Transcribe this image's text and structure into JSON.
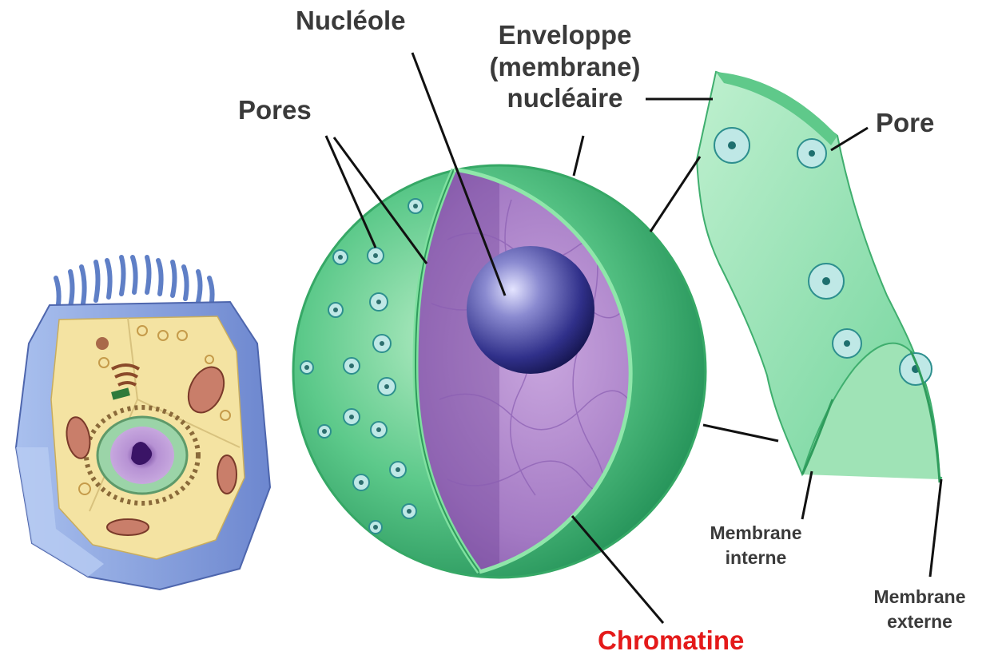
{
  "labels": {
    "nucleole": "Nucléole",
    "enveloppe_line1": "Enveloppe",
    "enveloppe_line2": "(membrane)",
    "enveloppe_line3": "nucléaire",
    "pores": "Pores",
    "pore": "Pore",
    "membrane_interne_line1": "Membrane",
    "membrane_interne_line2": "interne",
    "membrane_externe_line1": "Membrane",
    "membrane_externe_line2": "externe",
    "chromatine": "Chromatine"
  },
  "colors": {
    "label_text": "#3a3a3a",
    "chromatine_text": "#e41a1a",
    "envelope_green": "#5cc98a",
    "chromatin_purple": "#a47ac4",
    "nucleolus_blue": "#2a2a80",
    "cell_blue": "#8fa9e0",
    "cytoplasm_yellow": "#f4e3a2",
    "leader_line": "#111111"
  }
}
